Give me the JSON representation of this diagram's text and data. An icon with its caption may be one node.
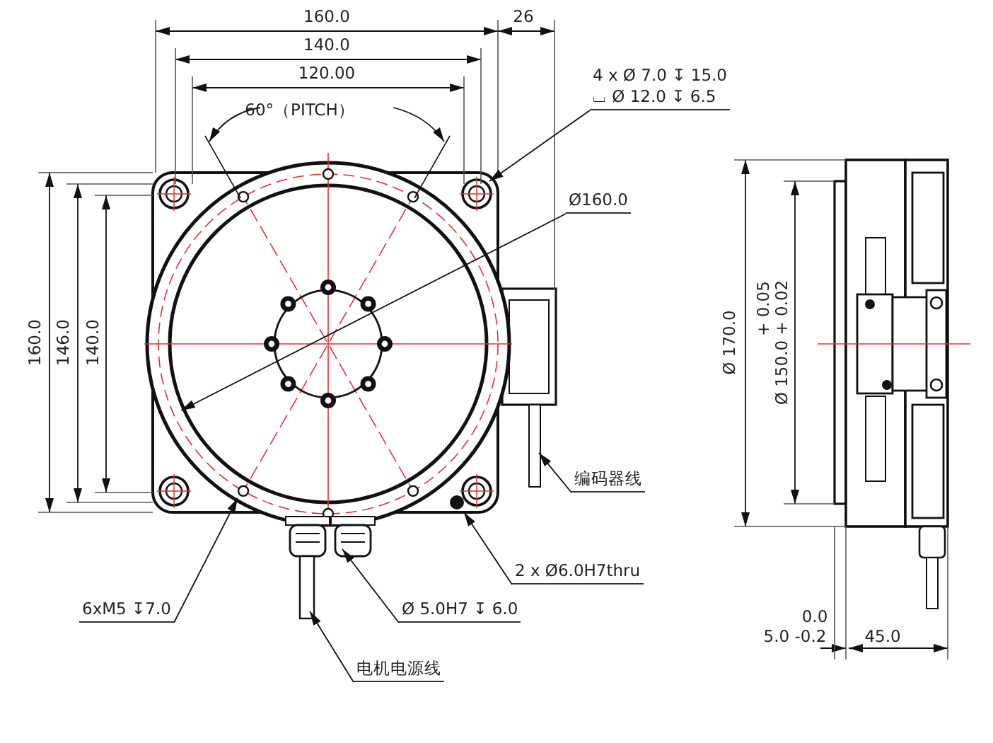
{
  "diagram": {
    "nodes": [
      {
        "text": [
          "4 x Ø 7.0 ↧ 15.0",
          "⌴ Ø 12.0 ↧ 6.5"
        ]
      },
      {
        "text": [
          "Ø160.0"
        ]
      },
      {
        "text": [
          "编码器线"
        ]
      },
      {
        "text": [
          "2 x Ø6.0H7thru"
        ]
      },
      {
        "text": [
          "6xM5 ↧7.0"
        ]
      },
      {
        "text": [
          "Ø 5.0H7 ↧ 6.0"
        ]
      },
      {
        "text": [
          "电机电源线"
        ]
      }
    ],
    "edges": [
      {
        "from": 0,
        "to": null,
        "arrow": "to"
      },
      {
        "from": 1,
        "to": null,
        "arrow": "to"
      },
      {
        "from": 2,
        "to": null,
        "arrow": "to"
      },
      {
        "from": 3,
        "to": null,
        "arrow": "to"
      },
      {
        "from": 4,
        "to": null,
        "arrow": "to"
      },
      {
        "from": 5,
        "to": null,
        "arrow": "to"
      },
      {
        "from": 6,
        "to": null,
        "arrow": "to"
      }
    ],
    "labels": [
      "160.0",
      "26",
      "140.0",
      "120.00",
      "60°（PITCH）",
      "160.0",
      "146.0",
      "140.0",
      "Ø 170.0",
      "+ 0.05",
      "Ø 150.0 + 0.02",
      "0.0",
      "5.0  -0.2",
      "45.0"
    ]
  }
}
